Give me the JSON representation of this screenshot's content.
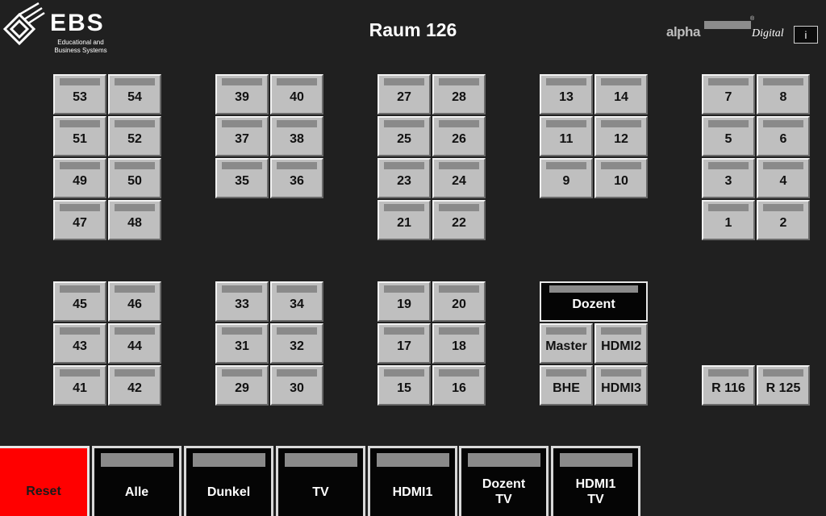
{
  "header": {
    "title": "Raum 126",
    "logo_name": "EBS",
    "logo_subtitle": "Educational and\nBusiness Systems",
    "brand_alpha": "alpha",
    "brand_digital": "Digital",
    "brand_registered": "®",
    "info_label": "i"
  },
  "seats": {
    "g1": [
      "53",
      "54",
      "51",
      "52",
      "49",
      "50",
      "47",
      "48"
    ],
    "g2": [
      "39",
      "40",
      "37",
      "38",
      "35",
      "36"
    ],
    "g3": [
      "27",
      "28",
      "25",
      "26",
      "23",
      "24",
      "21",
      "22"
    ],
    "g4": [
      "13",
      "14",
      "11",
      "12",
      "9",
      "10"
    ],
    "g5": [
      "7",
      "8",
      "5",
      "6",
      "3",
      "4",
      "1",
      "2"
    ],
    "g6": [
      "45",
      "46",
      "43",
      "44",
      "41",
      "42"
    ],
    "g7": [
      "33",
      "34",
      "31",
      "32",
      "29",
      "30"
    ],
    "g8": [
      "19",
      "20",
      "17",
      "18",
      "15",
      "16"
    ]
  },
  "sources": {
    "dozent": "Dozent",
    "master": "Master",
    "hdmi2": "HDMI2",
    "bhe": "BHE",
    "hdmi3": "HDMI3"
  },
  "rooms": {
    "r116": "R 116",
    "r125": "R 125"
  },
  "bottom": {
    "reset": "Reset",
    "alle": "Alle",
    "dunkel": "Dunkel",
    "tv": "TV",
    "hdmi1": "HDMI1",
    "dozent_tv": "Dozent\nTV",
    "hdmi1_tv": "HDMI1\nTV"
  },
  "colors": {
    "background": "#202020",
    "seat": "#bfbfbf",
    "reset": "#ff0000",
    "active_button": "#050505"
  }
}
